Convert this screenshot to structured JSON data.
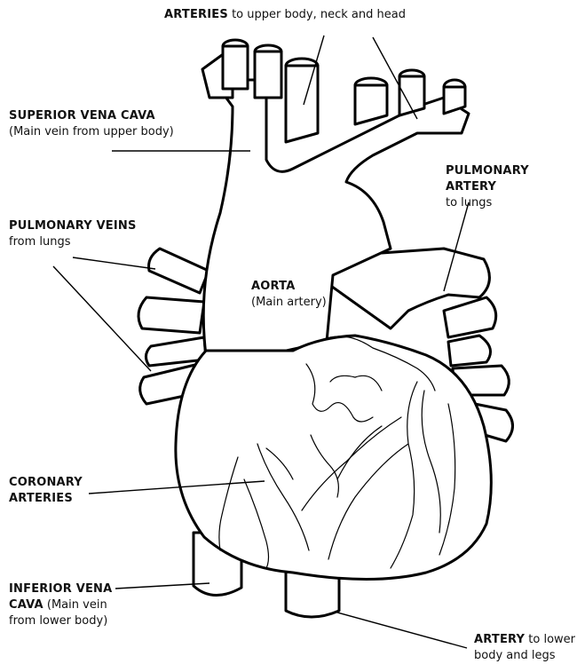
{
  "labels": {
    "arteries_bold": "ARTERIES",
    "arteries_rest": " to upper body, neck and head",
    "svc_title": "SUPERIOR VENA CAVA",
    "svc_desc": "(Main vein from upper body)",
    "pulm_veins_title": "PULMONARY VEINS",
    "pulm_veins_desc": "from lungs",
    "pulm_artery_title": "PULMONARY ARTERY",
    "pulm_artery_desc": "to lungs",
    "aorta_title": "AORTA",
    "aorta_desc": "(Main artery)",
    "coronary_line1": "CORONARY",
    "coronary_line2": "ARTERIES",
    "ivc_title": "INFERIOR VENA",
    "ivc_line2_bold": "CAVA",
    "ivc_line2_rest": " (Main vein",
    "ivc_line3": "from lower body)",
    "artery_lower_bold": "ARTERY",
    "artery_lower_rest": " to lower",
    "artery_lower_line2": "body and legs"
  }
}
